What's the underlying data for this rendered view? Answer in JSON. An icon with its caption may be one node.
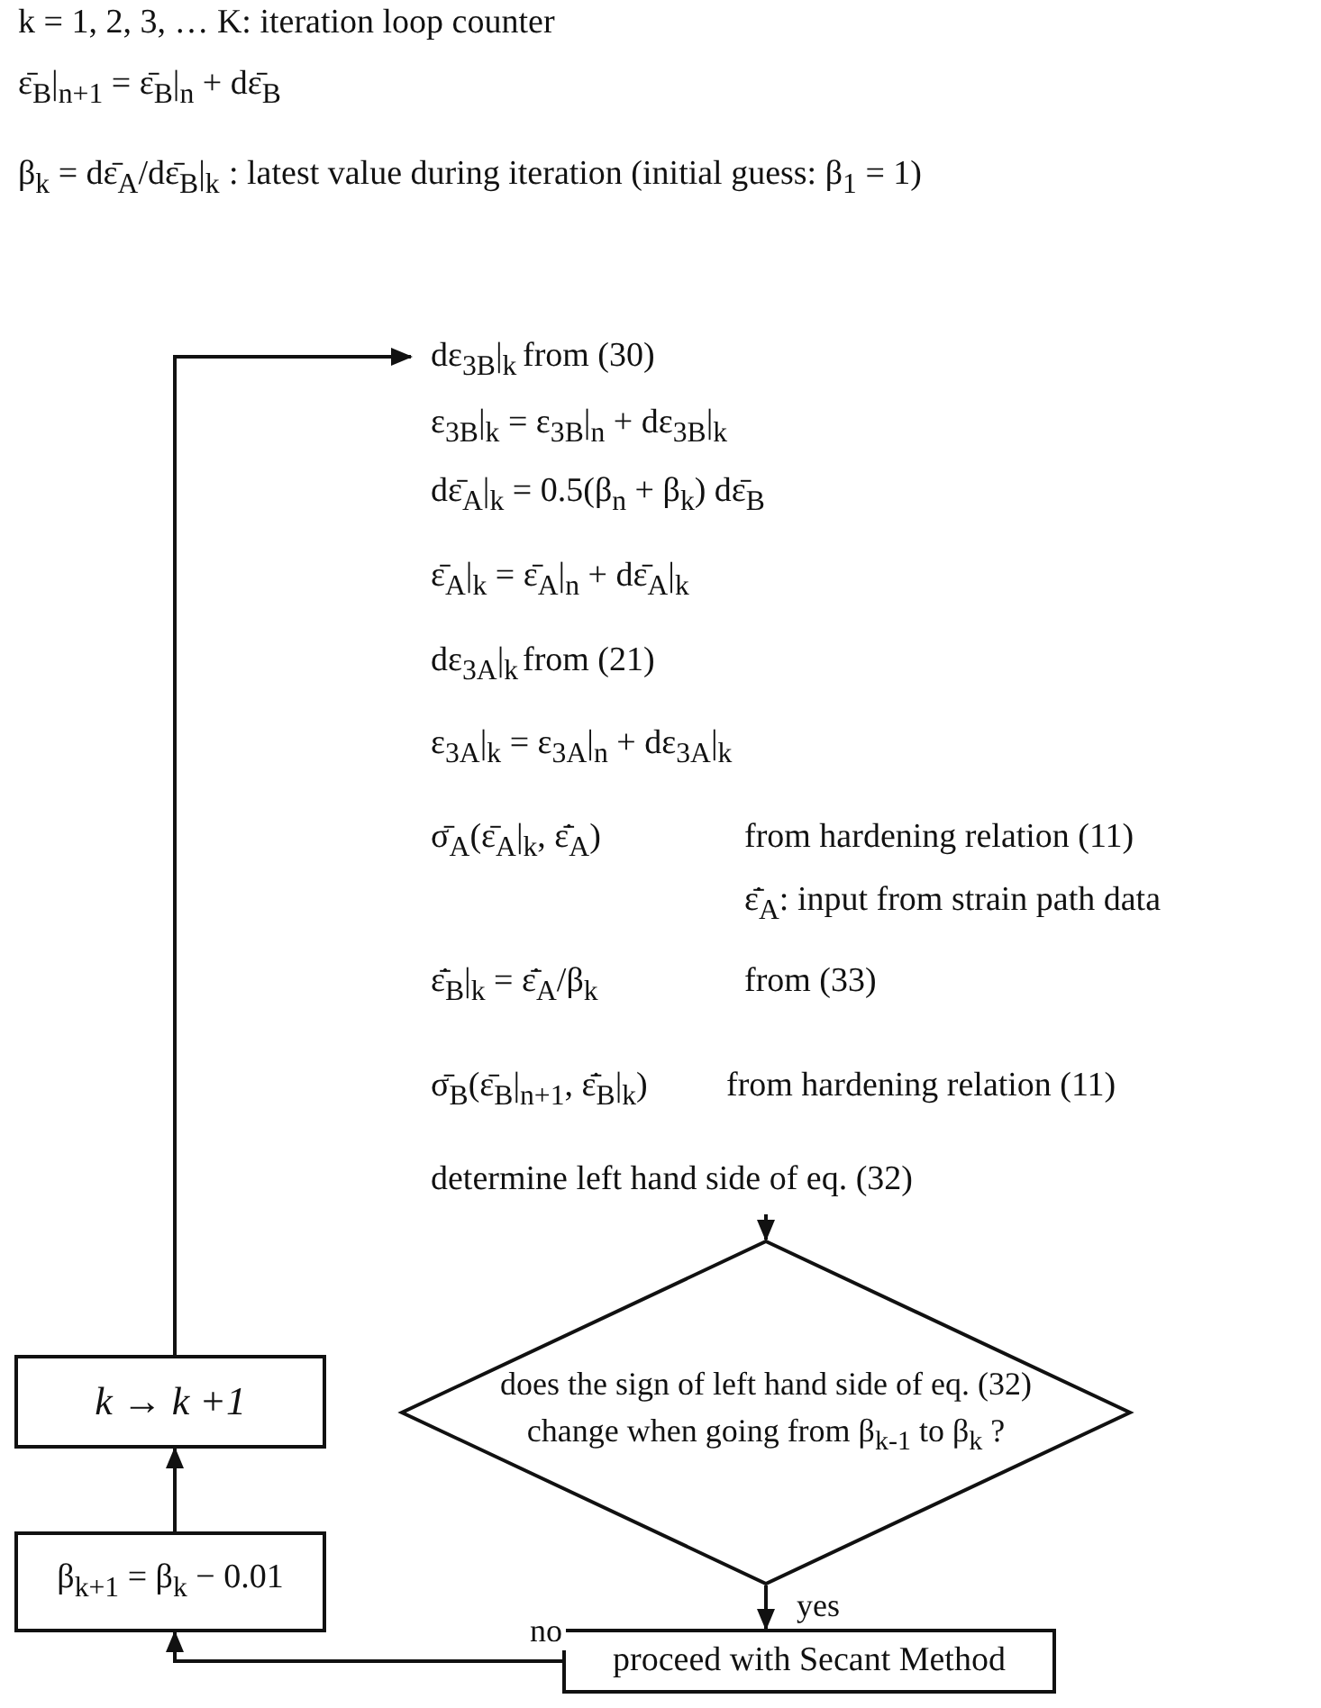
{
  "diagram": {
    "nodes": [
      {
        "text": [
          "dε$_{3B}$|$_{k}$",
          "from (30)",
          "ε$_{3B}$|$_{k}$ = ε$_{3B}$|$_{n}$ + dε$_{3B}$|$_{k}$",
          "dε̄$_{A}$|$_{k}$ = 0.5(β$_{n}$ + β$_{k}$) dε̄$_{B}$",
          "ε̄$_{A}$|$_{k}$ = ε̄$_{A}$|$_{n}$ + dε̄$_{A}$|$_{k}$",
          "dε$_{3A}$|$_{k}$",
          "from (21)",
          "ε$_{3A}$|$_{k}$ = ε$_{3A}$|$_{n}$ + dε$_{3A}$|$_{k}$",
          "σ̄$_{A}$(ε̄$_{A}$|$_{k}$, ε̄̇$_{A}$)",
          "from hardening relation (11)",
          "ε̄̇$_{A}$: input from strain path data",
          "ε̄̇$_{B}$|$_{k}$ = ε̄̇$_{A}$/β$_{k}$",
          "from (33)",
          "σ̄$_{B}$(ε̄$_{B}$|$_{n+1}$, ε̄̇$_{B}$|$_{k}$)",
          "from hardening relation (11)",
          "determine left hand side of eq. (32)"
        ]
      },
      {
        "text": [
          "does the sign of left hand side of eq. (32) change when going from β$_{k-1}$ to β$_{k}$ ?"
        ]
      },
      {
        "text": [
          "proceed with Secant Method"
        ]
      },
      {
        "text": [
          "β$_{k+1}$ = β$_{k}$ − 0.01"
        ]
      },
      {
        "text": [
          "k → k +1"
        ]
      }
    ],
    "edges": [
      {
        "from": 0,
        "to": 1,
        "arrow": "to"
      },
      {
        "from": 1,
        "to": 2,
        "arrow": "to",
        "label": "yes"
      },
      {
        "from": 2,
        "to": 3,
        "arrow": "to",
        "label": "no"
      },
      {
        "from": 3,
        "to": 4,
        "arrow": "to"
      },
      {
        "from": 4,
        "to": 0,
        "arrow": "to"
      }
    ],
    "labels": [
      "k = 1, 2, 3, … K: iteration loop counter",
      "ε̄$_{B}$|$_{n+1}$ = ε̄$_{B}$|$_{n}$ + dε̄$_{B}$",
      "β$_{k}$ = dε̄$_{A}$/dε̄$_{B}$|$_{k}$",
      ": latest value during iteration (initial guess: β$_{1}$ = 1)"
    ]
  }
}
